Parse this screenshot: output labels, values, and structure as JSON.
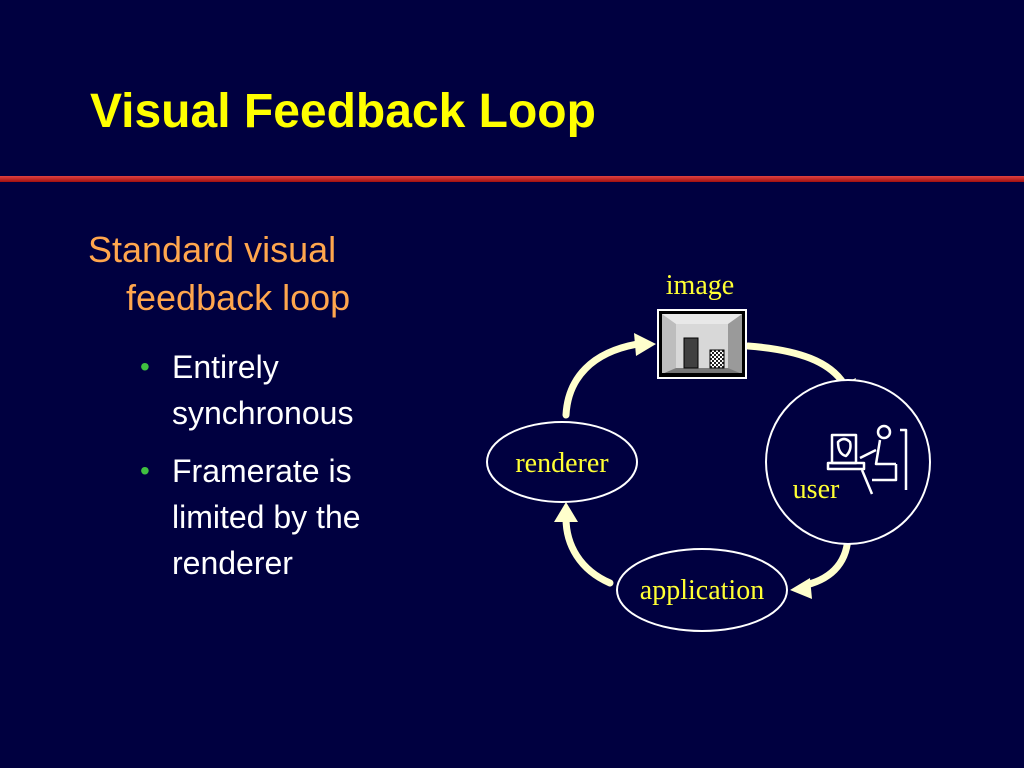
{
  "slide": {
    "title": "Visual Feedback Loop",
    "heading_line1": "Standard visual",
    "heading_line2": "feedback loop",
    "bullets": [
      {
        "text": "Entirely synchronous"
      },
      {
        "text": "Framerate is limited by the renderer"
      }
    ]
  },
  "diagram": {
    "image_label": "image",
    "renderer_label": "renderer",
    "user_label": "user",
    "application_label": "application"
  },
  "colors": {
    "background": "#000040",
    "title": "#ffff00",
    "heading": "#ffa64d",
    "bullet_dot": "#40c040",
    "diagram_text": "#ffff33",
    "arrow": "#ffffcc"
  }
}
